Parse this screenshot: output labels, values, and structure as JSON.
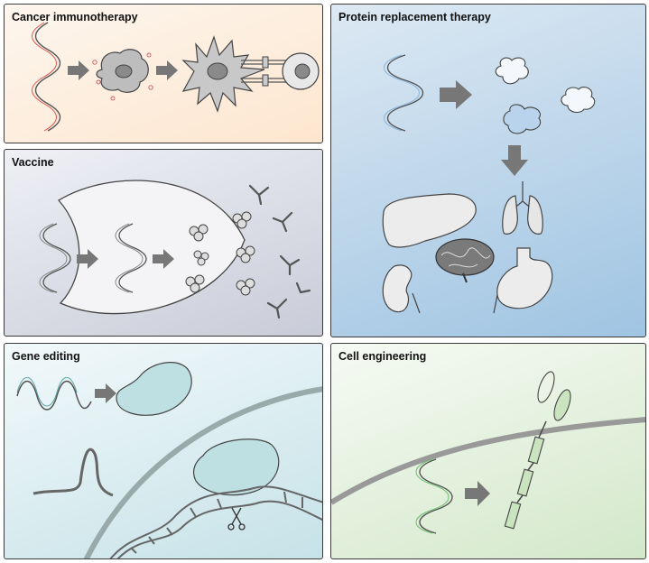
{
  "panels": {
    "cancer_immunotherapy": {
      "title": "Cancer immunotherapy"
    },
    "vaccine": {
      "title": "Vaccine"
    },
    "protein_replacement": {
      "title": "Protein replacement therapy"
    },
    "gene_editing": {
      "title": "Gene editing"
    },
    "cell_engineering": {
      "title": "Cell engineering"
    }
  },
  "colors": {
    "arrow": "#777777",
    "outline": "#333333",
    "cancer_bg": "#fde6cf",
    "vaccine_bg": "#c9ccd8",
    "protein_bg": "#9fc4e2",
    "gene_bg": "#c6e2e8",
    "cell_bg": "#d3e8ca",
    "rna_cancer": "#d9534f",
    "rna_protein": "#8ab4dc",
    "rna_cell": "#6fbf6f"
  },
  "icons": [
    "mrna-strand-icon",
    "arrow-right-icon",
    "arrow-down-icon",
    "scissors-icon",
    "dendritic-cell-icon",
    "antibody-icon",
    "protein-icon",
    "liver-icon",
    "lungs-icon",
    "brain-icon",
    "kidney-icon",
    "stomach-icon",
    "dna-helix-icon",
    "cas9-protein-icon",
    "car-receptor-icon"
  ]
}
